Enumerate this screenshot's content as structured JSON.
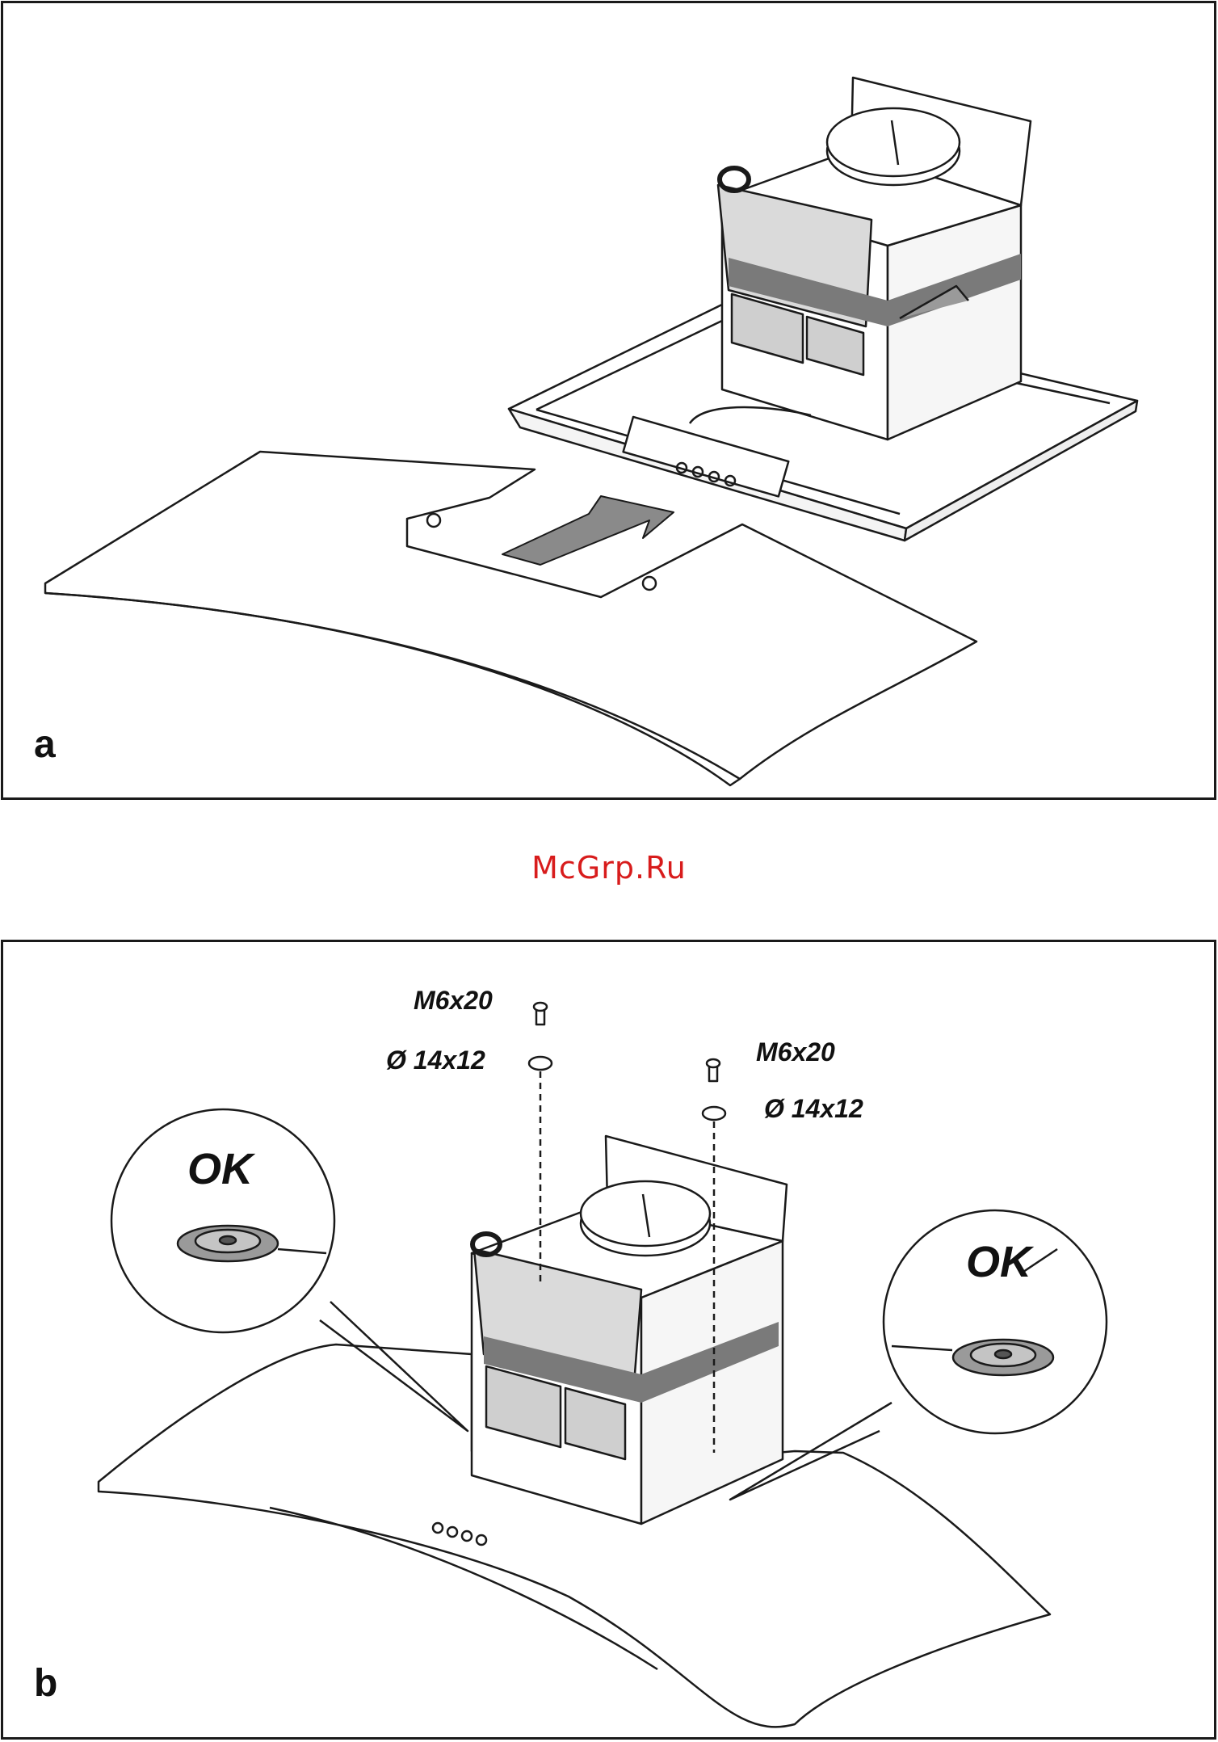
{
  "figure": {
    "watermark": "McGrp.Ru",
    "colors": {
      "line": "#1a1a1a",
      "tape": "#7a7a7a",
      "arrow": "#8a8a8a",
      "watermark": "#d81c1c",
      "washer": "#9a9a9a"
    }
  },
  "panel_a": {
    "letter": "a",
    "icons": [
      "hood-body",
      "glass-panel",
      "insert-arrow"
    ]
  },
  "panel_b": {
    "letter": "b",
    "screw_left": "M6x20",
    "washer_left": "Ø 14x12",
    "screw_right": "M6x20",
    "washer_right": "Ø 14x12",
    "ok_left": "OK",
    "ok_right": "OK",
    "icons": [
      "hood-body",
      "glass-panel",
      "magnifier-circle",
      "screw",
      "washer"
    ]
  }
}
